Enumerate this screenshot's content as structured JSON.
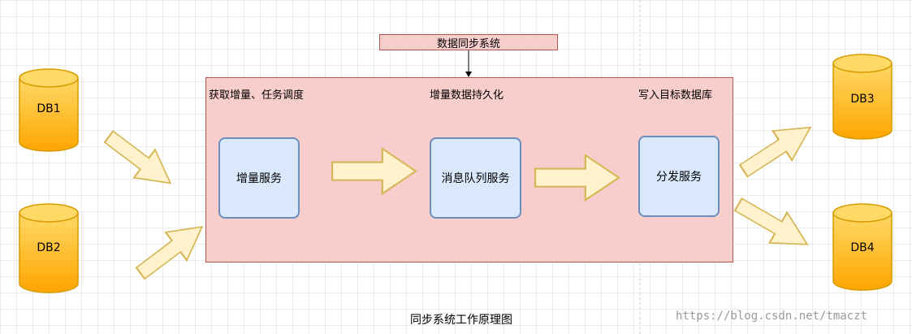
{
  "diagram": {
    "system_title": "数据同步系统",
    "stage_labels": [
      "获取增量、任务调度",
      "增量数据持久化",
      "写入目标数据库"
    ],
    "services": [
      "增量服务",
      "消息队列服务",
      "分发服务"
    ],
    "source_dbs": [
      "DB1",
      "DB2"
    ],
    "target_dbs": [
      "DB3",
      "DB4"
    ],
    "caption": "同步系统工作原理图"
  },
  "watermark": "https://blog.csdn.net/tmaczt",
  "colors": {
    "db_fill_top": "#ffd966",
    "db_fill_bottom": "#ffa500",
    "db_stroke": "#d79b00",
    "arrow_fill": "#fff2cc",
    "arrow_stroke": "#d6b656",
    "container_fill": "#f8cecc",
    "container_stroke": "#b85450",
    "service_fill": "#dae8fc",
    "service_stroke": "#6c8ebf"
  }
}
